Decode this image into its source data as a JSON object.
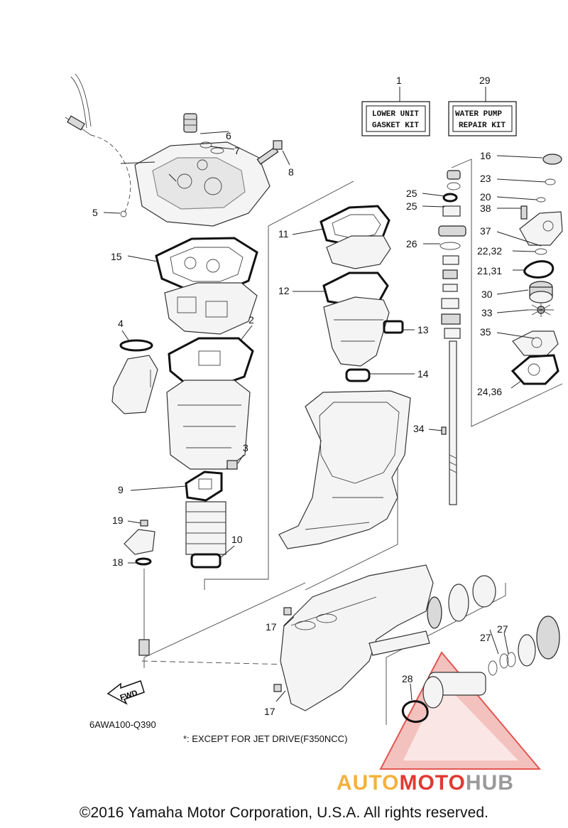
{
  "kits": {
    "lower_unit": {
      "callout": "1",
      "line1": "LOWER UNIT",
      "line2": "GASKET KIT"
    },
    "water_pump": {
      "callout": "29",
      "line1": "WATER PUMP",
      "line2": "REPAIR KIT"
    }
  },
  "callouts": {
    "c2": "2",
    "c3": "3",
    "c4": "4",
    "c5": "5",
    "c6": "6",
    "c7": "7",
    "c8": "8",
    "c9": "9",
    "c10": "10",
    "c11": "11",
    "c12": "12",
    "c13": "13",
    "c14": "14",
    "c15": "15",
    "c16": "16",
    "c17a": "17",
    "c17b": "17",
    "c18": "18",
    "c19": "19",
    "c20": "20",
    "c21_31": "21,31",
    "c22_32": "22,32",
    "c23": "23",
    "c24_36": "24,36",
    "c25a": "25",
    "c25b": "25",
    "c26": "26",
    "c27a": "27",
    "c27b": "27",
    "c28": "28",
    "c30": "30",
    "c33": "33",
    "c34": "34",
    "c35": "35",
    "c37": "37",
    "c38": "38"
  },
  "fwd_label": "FWD",
  "drawing_code": "6AWA100-Q390",
  "note": "*: EXCEPT FOR JET DRIVE(F350NCC)",
  "watermark": {
    "part1": "AUTO",
    "part2": "MOTO",
    "part3": "HUB"
  },
  "copyright": "©2016 Yamaha Motor Corporation, U.S.A. All rights reserved.",
  "colors": {
    "watermark_red": "#e03a33",
    "watermark_orange": "#f5b13c",
    "watermark_gray": "#9a9a9a"
  }
}
